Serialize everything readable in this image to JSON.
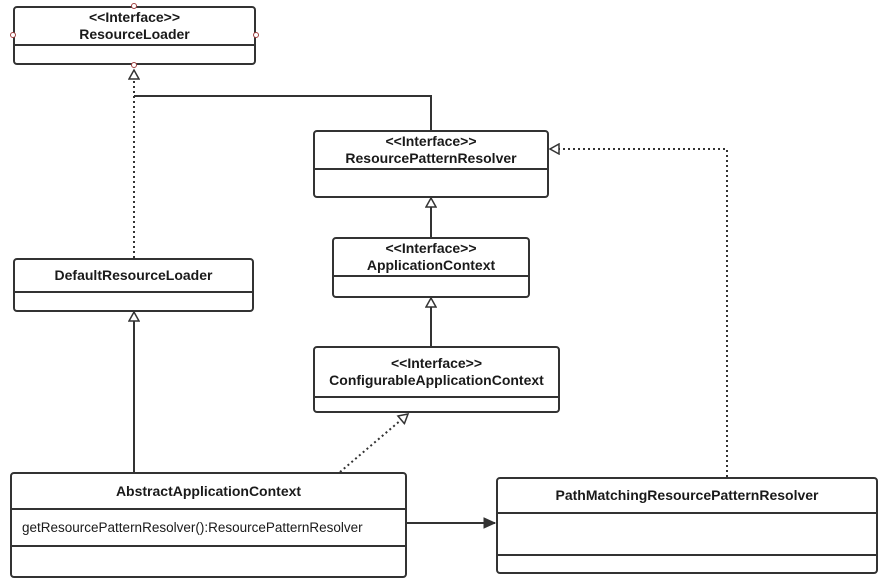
{
  "diagram": {
    "stereotype_label": "<<Interface>>",
    "classes": {
      "resource_loader": {
        "stereotype": "<<Interface>>",
        "name": "ResourceLoader"
      },
      "resource_pattern_resolver": {
        "stereotype": "<<Interface>>",
        "name": "ResourcePatternResolver"
      },
      "application_context": {
        "stereotype": "<<Interface>>",
        "name": "ApplicationContext"
      },
      "configurable_application_context": {
        "stereotype": "<<Interface>>",
        "name": "ConfigurableApplicationContext"
      },
      "default_resource_loader": {
        "name": "DefaultResourceLoader"
      },
      "abstract_application_context": {
        "name": "AbstractApplicationContext",
        "methods": [
          "getResourcePatternResolver():ResourcePatternResolver"
        ]
      },
      "path_matching_resource_pattern_resolver": {
        "name": "PathMatchingResourcePatternResolver"
      }
    },
    "relationships": [
      {
        "from": "DefaultResourceLoader",
        "to": "ResourceLoader",
        "type": "realization"
      },
      {
        "from": "ResourcePatternResolver",
        "to": "ResourceLoader",
        "type": "generalization"
      },
      {
        "from": "ApplicationContext",
        "to": "ResourcePatternResolver",
        "type": "generalization"
      },
      {
        "from": "ConfigurableApplicationContext",
        "to": "ApplicationContext",
        "type": "generalization"
      },
      {
        "from": "AbstractApplicationContext",
        "to": "DefaultResourceLoader",
        "type": "generalization"
      },
      {
        "from": "AbstractApplicationContext",
        "to": "ConfigurableApplicationContext",
        "type": "realization"
      },
      {
        "from": "AbstractApplicationContext",
        "to": "PathMatchingResourcePatternResolver",
        "type": "association"
      },
      {
        "from": "PathMatchingResourcePatternResolver",
        "to": "ResourcePatternResolver",
        "type": "realization"
      }
    ],
    "colors": {
      "line": "#333333",
      "handle": "#a04040"
    }
  }
}
